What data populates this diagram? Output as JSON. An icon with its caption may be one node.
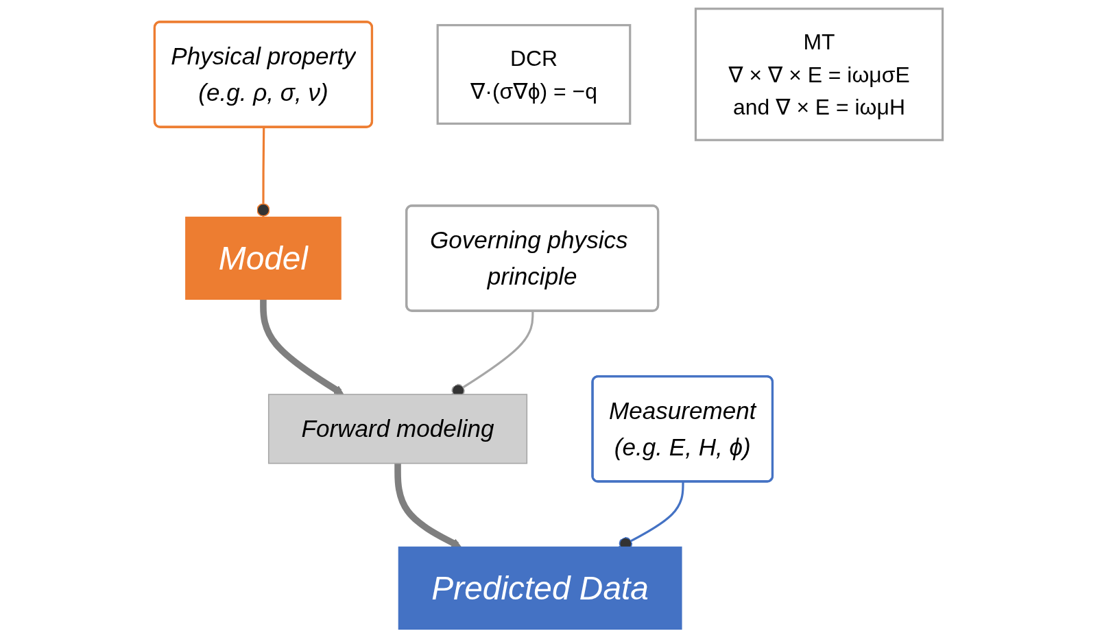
{
  "diagram": {
    "nodes": [
      {
        "text": [
          "Physical property",
          "(e.g. ρ, σ, ν)"
        ]
      },
      {
        "text": [
          "Model"
        ]
      },
      {
        "text": [
          "Forward modeling"
        ]
      },
      {
        "text": [
          "Governing physics principle"
        ]
      },
      {
        "text": [
          "DCR",
          "∇·(σ∇ϕ) = −q"
        ]
      },
      {
        "text": [
          "Predicted Data"
        ]
      },
      {
        "text": [
          "Measurement",
          "(e.g. E, H, ϕ)"
        ]
      },
      {
        "text": [
          "MT",
          "∇ × ∇ × E = iωμσE",
          "and ∇ × E = iωμH"
        ]
      }
    ],
    "edges": [
      {
        "from": 0,
        "to": 1,
        "arrow": "other",
        "color": "#ed7d31"
      },
      {
        "from": 1,
        "to": 2,
        "arrow": "to",
        "style": "thick",
        "color": "#7f7f7f"
      },
      {
        "from": 3,
        "to": 2,
        "arrow": "other",
        "color": "#a6a6a6"
      },
      {
        "from": 2,
        "to": 5,
        "arrow": "to",
        "style": "thick",
        "color": "#7f7f7f"
      },
      {
        "from": 6,
        "to": 5,
        "arrow": "other",
        "color": "#4472c4"
      }
    ]
  }
}
